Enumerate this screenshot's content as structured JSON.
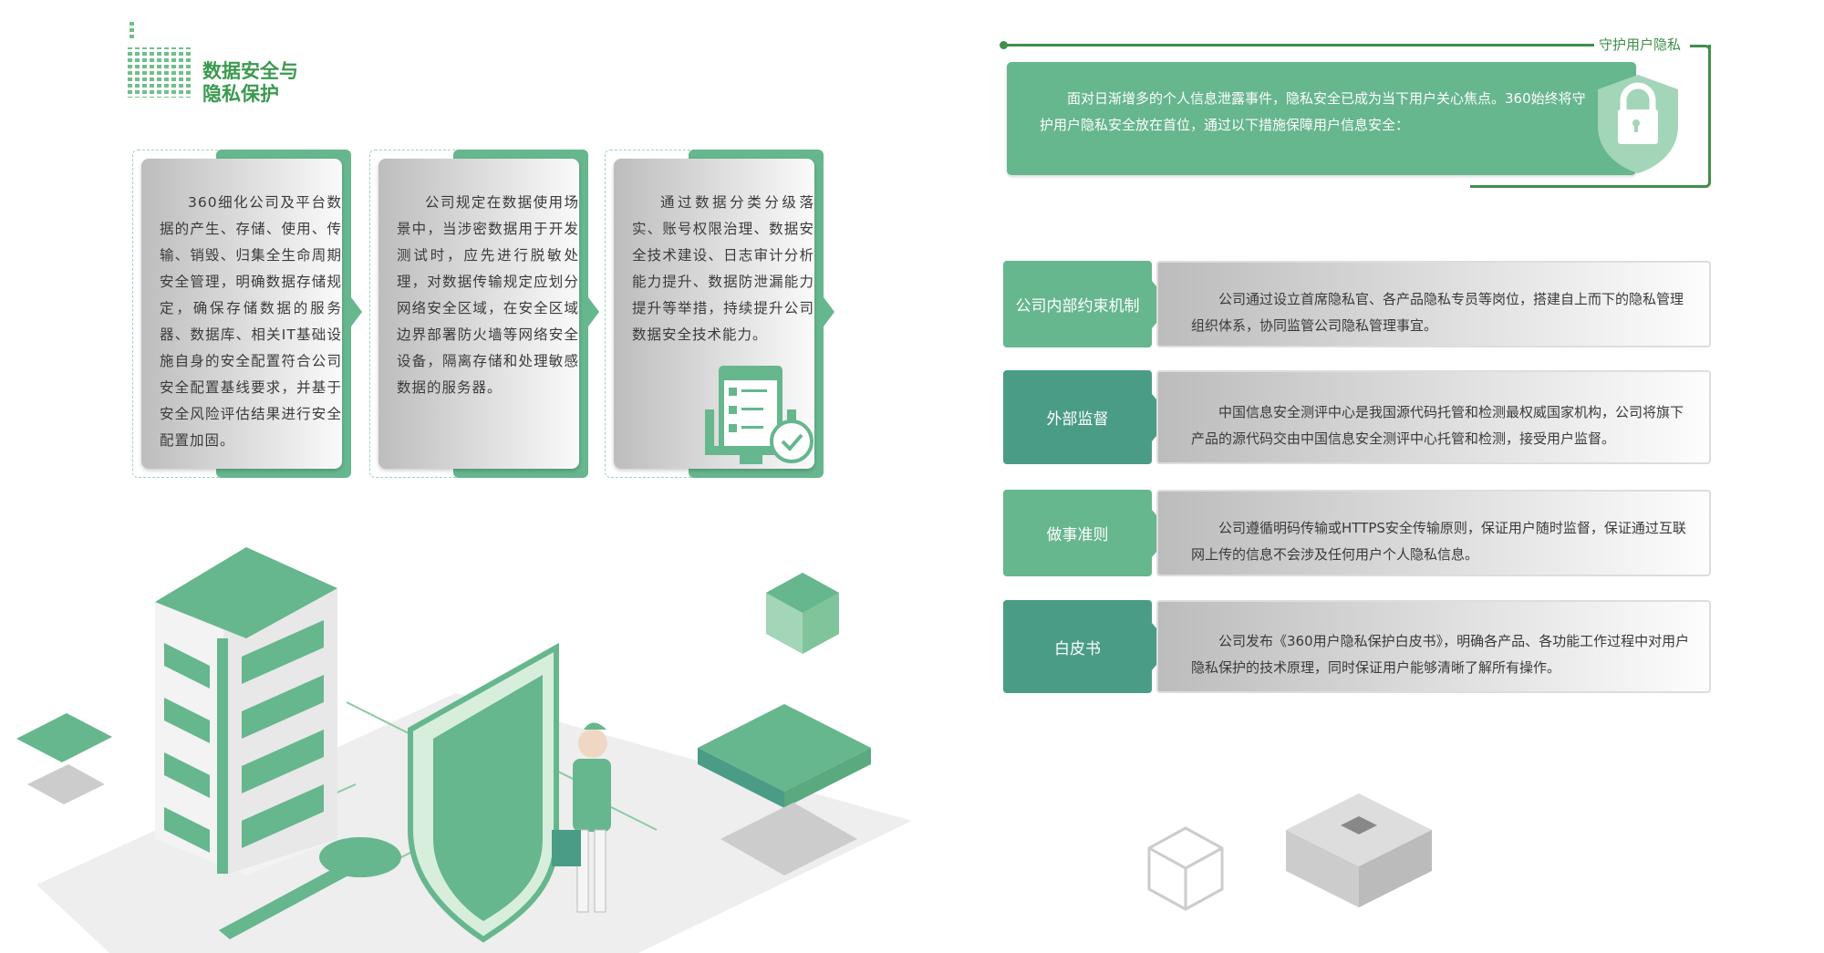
{
  "title": "数据安全与隐私保护",
  "cards": [
    "360细化公司及平台数据的产生、存储、使用、传输、销毁、归集全生命周期安全管理，明确数据存储规定，确保存储数据的服务器、数据库、相关IT基础设施自身的安全配置符合公司安全配置基线要求，并基于安全风险评估结果进行安全配置加固。",
    "公司规定在数据使用场景中，当涉密数据用于开发测试时，应先进行脱敏处理，对数据传输规定应划分网络安全区域，在安全区域边界部署防火墙等网络安全设备，隔离存储和处理敏感数据的服务器。",
    "通过数据分类分级落实、账号权限治理、数据安全技术建设、日志审计分析能力提升、数据防泄漏能力提升等举措，持续提升公司数据安全技术能力。"
  ],
  "privacy": {
    "label": "守护用户隐私",
    "intro": "面对日渐增多的个人信息泄露事件，隐私安全已成为当下用户关心焦点。360始终将守护用户隐私安全放在首位，通过以下措施保障用户信息安全："
  },
  "measures": [
    {
      "label": "公司内部约束机制",
      "text": "公司通过设立首席隐私官、各产品隐私专员等岗位，搭建自上而下的隐私管理组织体系，协同监管公司隐私管理事宜。",
      "color": "#66b68e"
    },
    {
      "label": "外部监督",
      "text": "中国信息安全测评中心是我国源代码托管和检测最权威国家机构，公司将旗下产品的源代码交由中国信息安全测评中心托管和检测，接受用户监督。",
      "color": "#4a9c87"
    },
    {
      "label": "做事准则",
      "text": "公司遵循明码传输或HTTPS安全传输原则，保证用户随时监督，保证通过互联网上传的信息不会涉及任何用户个人隐私信息。",
      "color": "#66b68e"
    },
    {
      "label": "白皮书",
      "text": "公司发布《360用户隐私保护白皮书》，明确各产品、各功能工作过程中对用户隐私保护的技术原理，同时保证用户能够清晰了解所有操作。",
      "color": "#4a9c87"
    }
  ]
}
